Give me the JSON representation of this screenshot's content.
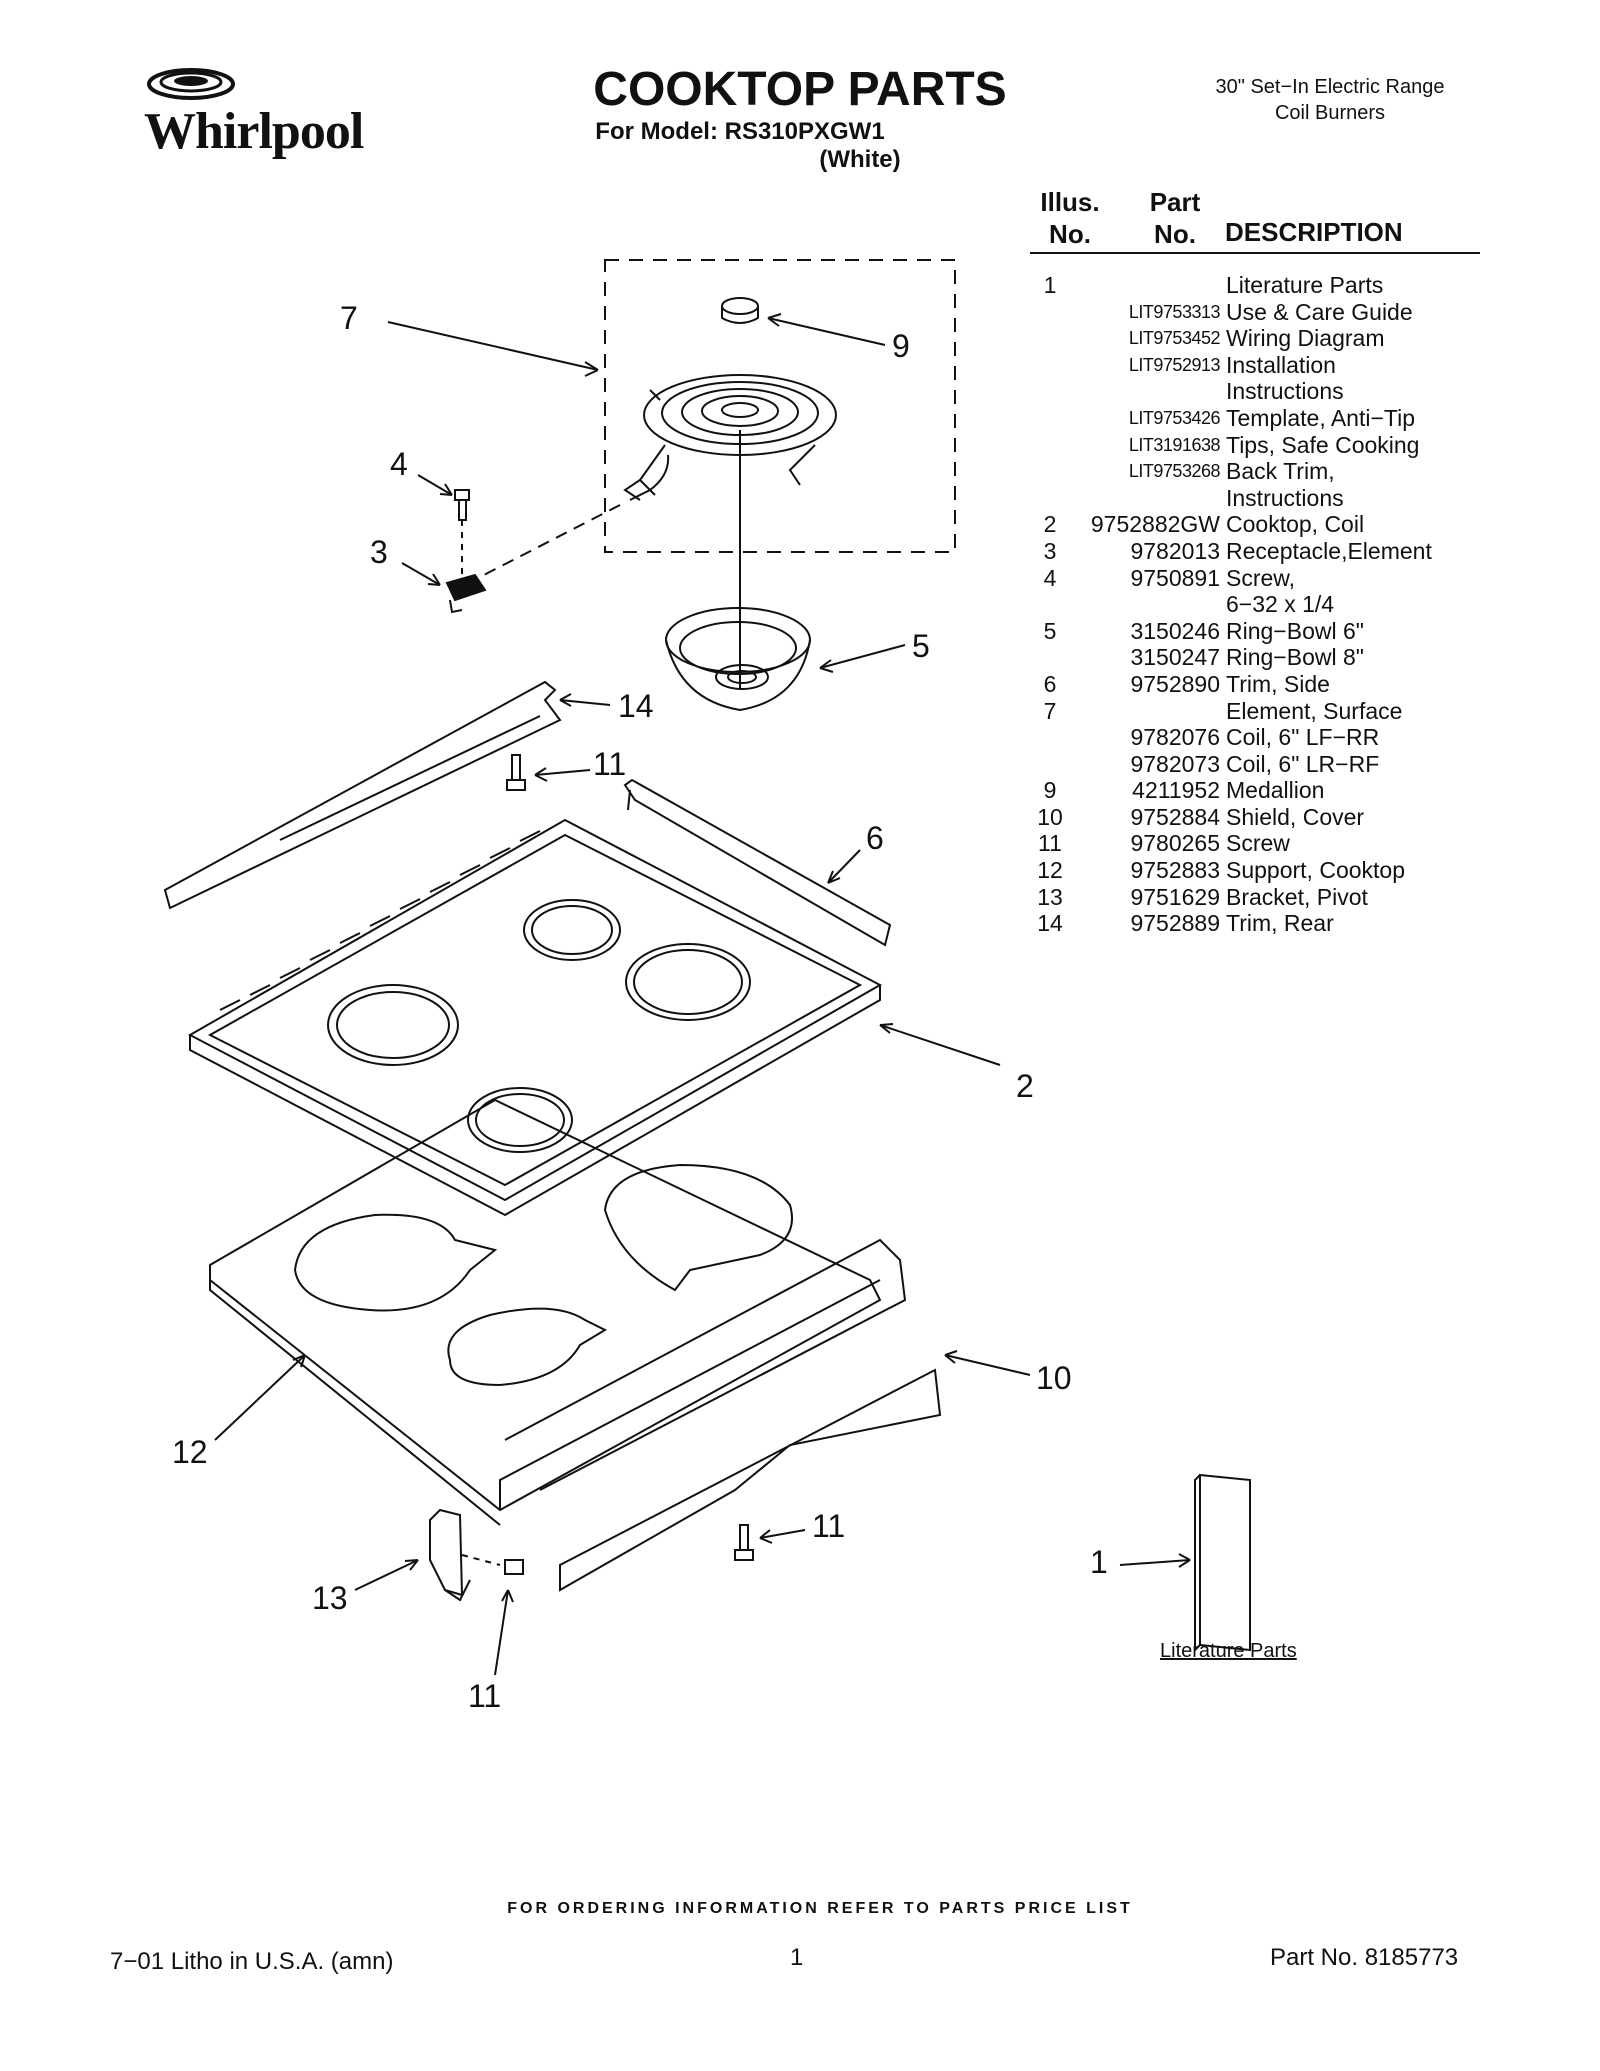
{
  "header": {
    "brand": "Whirlpool",
    "title": "COOKTOP PARTS",
    "model_line": "For Model: RS310PXGW1",
    "color_line": "(White)",
    "range_type_line1": "30\" Set−In Electric Range",
    "range_type_line2": "Coil Burners"
  },
  "table": {
    "headers": {
      "illus_line1": "Illus.",
      "illus_line2": "No.",
      "part_line1": "Part",
      "part_line2": "No.",
      "description": "DESCRIPTION"
    },
    "rows": [
      {
        "illus": "1",
        "part": "",
        "desc": "Literature Parts"
      },
      {
        "illus": "",
        "part": "LIT9753313",
        "desc": "Use & Care Guide"
      },
      {
        "illus": "",
        "part": "LIT9753452",
        "desc": "Wiring Diagram"
      },
      {
        "illus": "",
        "part": "LIT9752913",
        "desc": "Installation"
      },
      {
        "illus": "",
        "part": "",
        "desc": "Instructions"
      },
      {
        "illus": "",
        "part": "LIT9753426",
        "desc": "Template, Anti−Tip"
      },
      {
        "illus": "",
        "part": "LIT3191638",
        "desc": "Tips, Safe Cooking"
      },
      {
        "illus": "",
        "part": "LIT9753268",
        "desc": "Back Trim,"
      },
      {
        "illus": "",
        "part": "",
        "desc": "Instructions"
      },
      {
        "illus": "2",
        "part": "9752882GW",
        "desc": "Cooktop, Coil"
      },
      {
        "illus": "3",
        "part": "9782013",
        "desc": "Receptacle,Element"
      },
      {
        "illus": "4",
        "part": "9750891",
        "desc": "Screw,"
      },
      {
        "illus": "",
        "part": "",
        "desc": "6−32 x 1/4"
      },
      {
        "illus": "5",
        "part": "3150246",
        "desc": "Ring−Bowl 6\""
      },
      {
        "illus": "",
        "part": "3150247",
        "desc": "Ring−Bowl 8\""
      },
      {
        "illus": "6",
        "part": "9752890",
        "desc": "Trim, Side"
      },
      {
        "illus": "7",
        "part": "",
        "desc": "Element, Surface"
      },
      {
        "illus": "",
        "part": "9782076",
        "desc": "Coil, 6\" LF−RR"
      },
      {
        "illus": "",
        "part": "9782073",
        "desc": "Coil, 6\" LR−RF"
      },
      {
        "illus": "9",
        "part": "4211952",
        "desc": "Medallion"
      },
      {
        "illus": "10",
        "part": "9752884",
        "desc": "Shield, Cover"
      },
      {
        "illus": "11",
        "part": "9780265",
        "desc": "Screw"
      },
      {
        "illus": "12",
        "part": "9752883",
        "desc": "Support, Cooktop"
      },
      {
        "illus": "13",
        "part": "9751629",
        "desc": "Bracket, Pivot"
      },
      {
        "illus": "14",
        "part": "9752889",
        "desc": "Trim, Rear"
      }
    ]
  },
  "callouts": {
    "c7": "7",
    "c9": "9",
    "c4": "4",
    "c3": "3",
    "c5": "5",
    "c14": "14",
    "c11a": "11",
    "c6": "6",
    "c2": "2",
    "c10": "10",
    "c12": "12",
    "c11b": "11",
    "c13": "13",
    "c11c": "11",
    "c1": "1"
  },
  "literature_caption": "Literature Parts",
  "footer": {
    "ordering": "FOR ORDERING INFORMATION REFER TO PARTS PRICE LIST",
    "litho": "7−01 Litho in U.S.A. (amn)",
    "page": "1",
    "part_no": "Part No. 8185773"
  }
}
